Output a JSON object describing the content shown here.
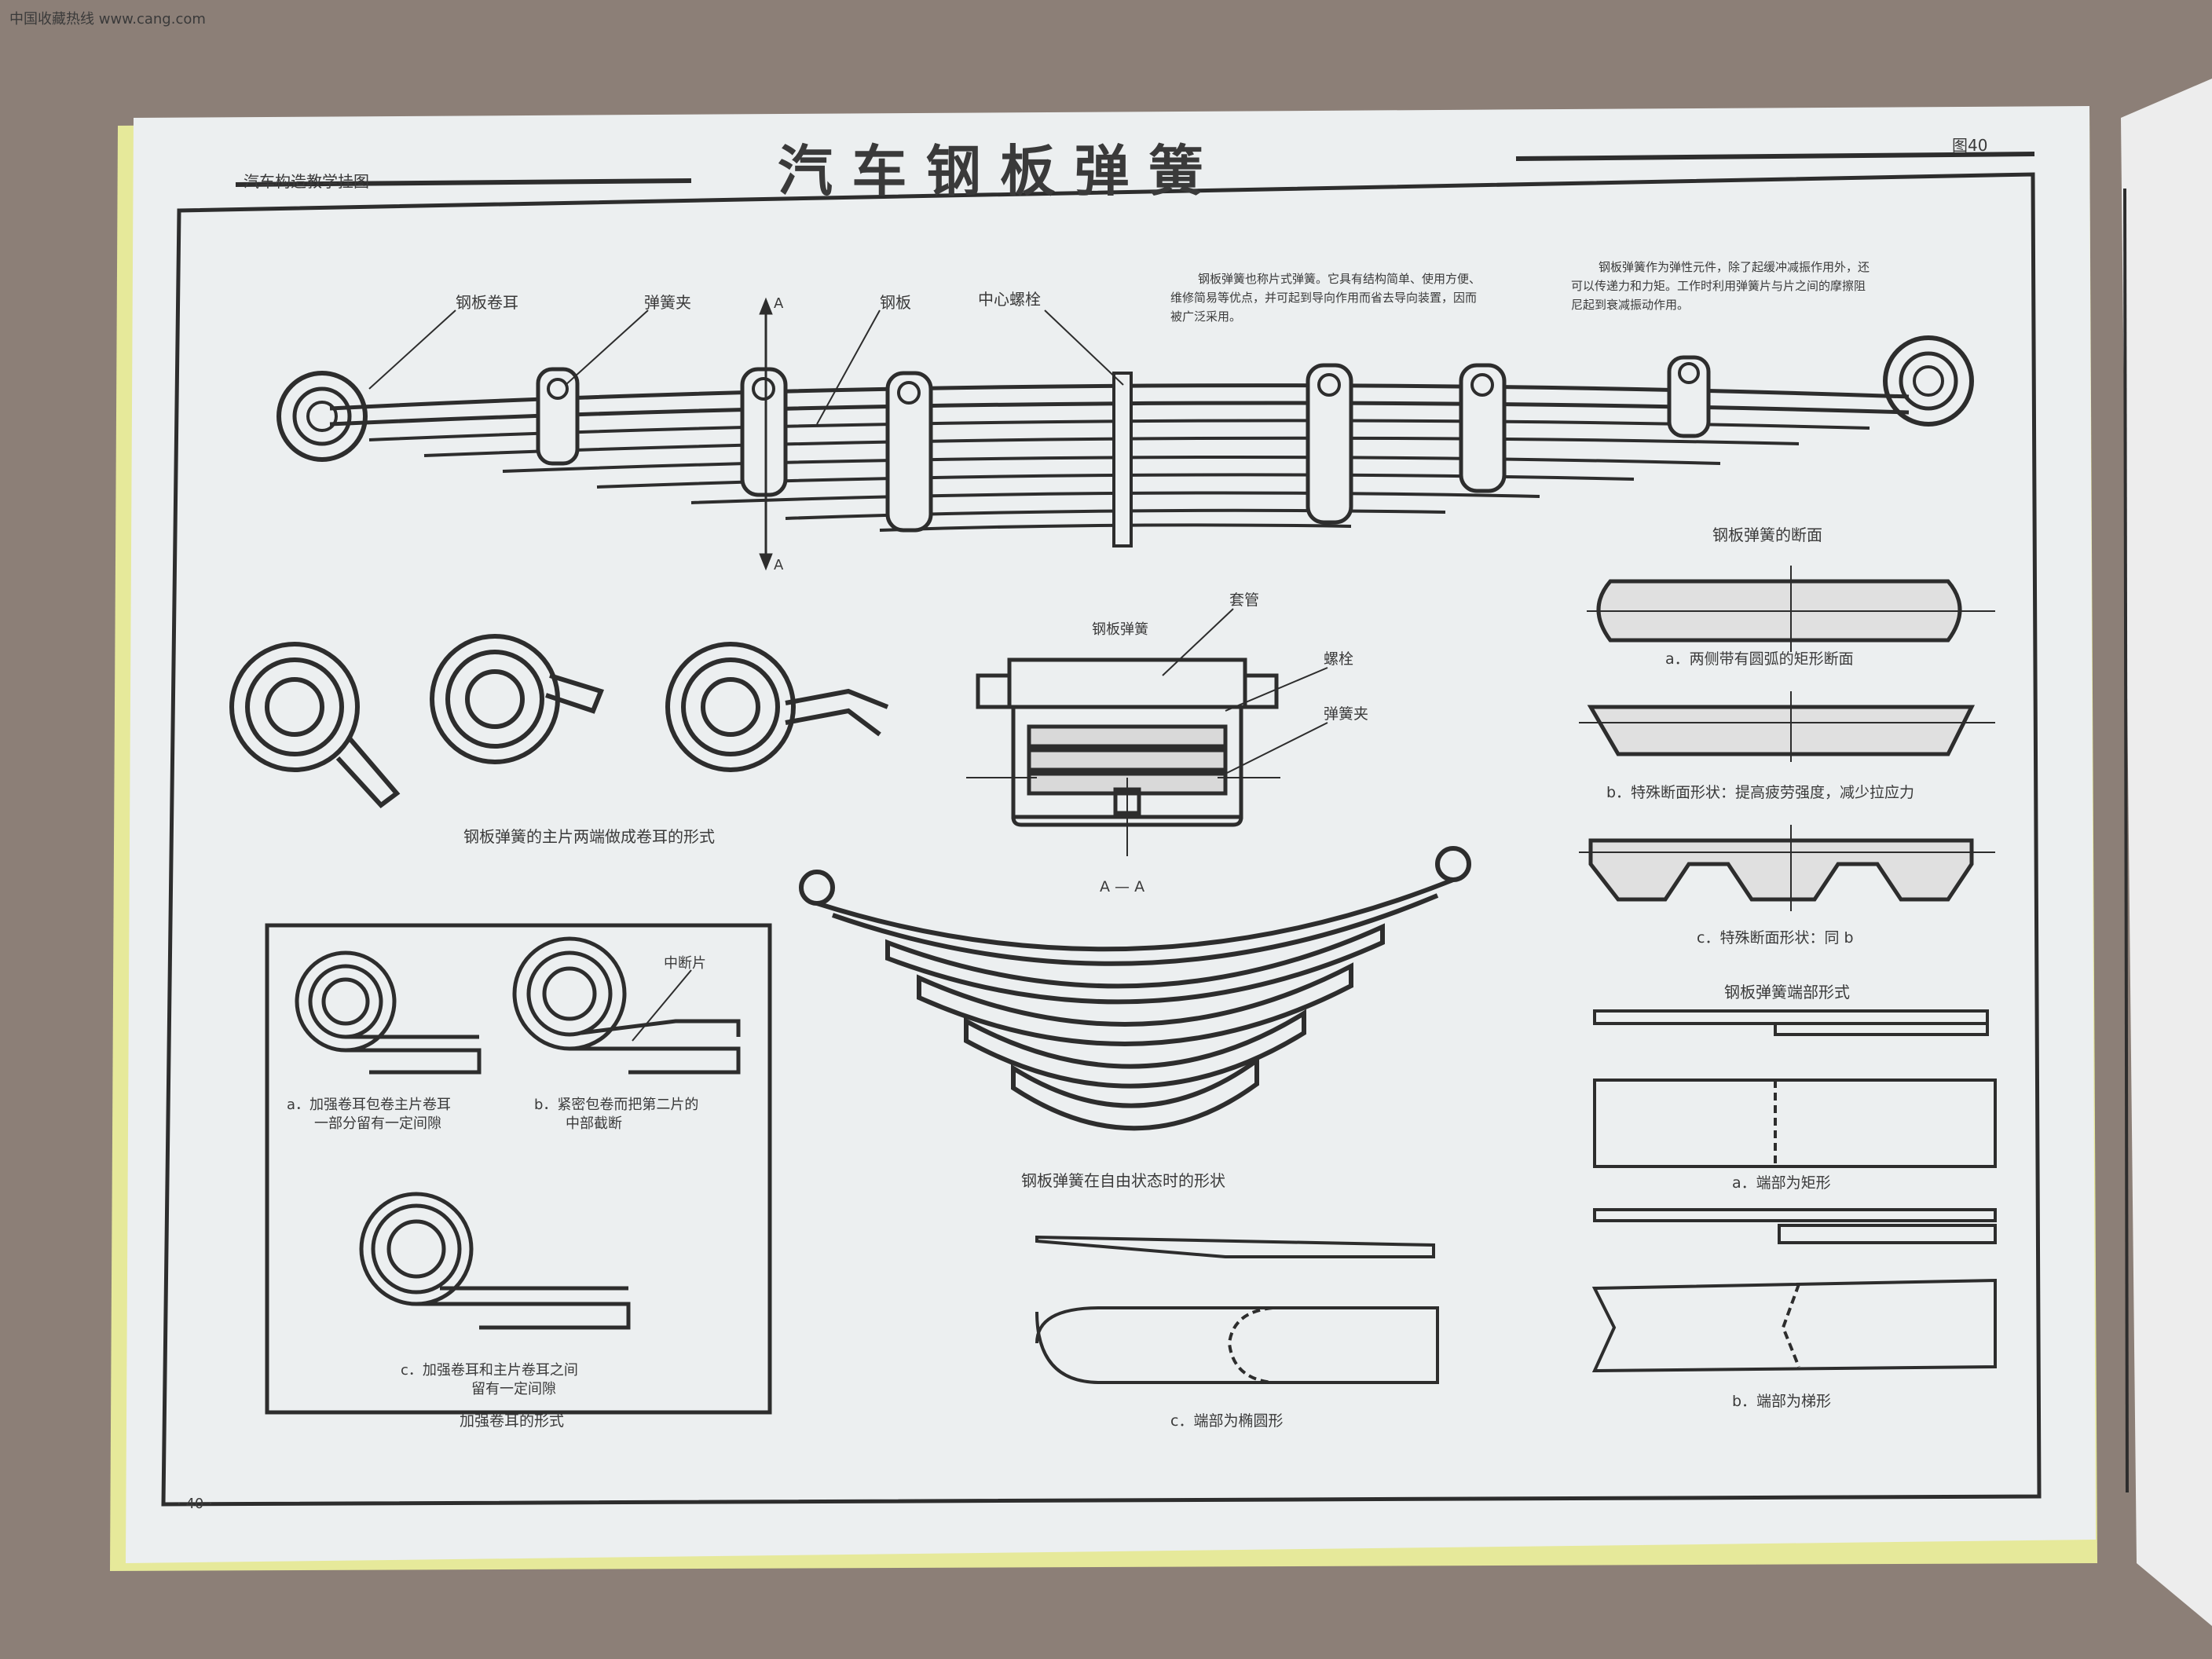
{
  "watermark": "中国收藏热线 www.cang.com",
  "book": {
    "series": "汽车构造教学挂图",
    "title": "汽 车 钢 板 弹 簧",
    "figure_no": "图40",
    "page_no": "· 40 ·"
  },
  "descriptions": {
    "left": [
      "钢板弹簧也称片式弹簧。它具有结构简单、使用方便、",
      "维修简易等优点，并可起到导向作用而省去导向装置，因而",
      "被广泛采用。"
    ],
    "right": [
      "钢板弹簧作为弹性元件，除了起缓冲减振作用外，还",
      "可以传递力和力矩。工作时利用弹簧片与片之间的摩擦阻",
      "尼起到衰减振动作用。"
    ]
  },
  "main_spring": {
    "labels": {
      "eye": "钢板卷耳",
      "clip": "弹簧夹",
      "leaf": "钢板",
      "bolt": "中心螺栓",
      "section_mark": "A"
    }
  },
  "eyes_caption": "钢板弹簧的主片两端做成卷耳的形式",
  "reinforced": {
    "a": [
      "a．加强卷耳包卷主片卷耳",
      "一部分留有一定间隙"
    ],
    "b": [
      "b．紧密包卷而把第二片的",
      "中部截断"
    ],
    "c": [
      "c．加强卷耳和主片卷耳之间",
      "留有一定间隙"
    ],
    "mid_label": "中断片",
    "caption": "加强卷耳的形式"
  },
  "section_aa": {
    "spring": "钢板弹簧",
    "sleeve": "套管",
    "bolt": "螺栓",
    "clip": "弹簧夹",
    "caption": "A — A"
  },
  "free_state": {
    "caption": "钢板弹簧在自由状态时的形状"
  },
  "cross_sections": {
    "title": "钢板弹簧的断面",
    "a": "a．两侧带有圆弧的矩形断面",
    "b": "b．特殊断面形状：提高疲劳强度，减少拉应力",
    "c": "c．特殊断面形状：同 b"
  },
  "end_forms": {
    "title": "钢板弹簧端部形式",
    "a": "a．端部为矩形",
    "b": "b．端部为梯形",
    "c": "c．端部为椭圆形"
  }
}
